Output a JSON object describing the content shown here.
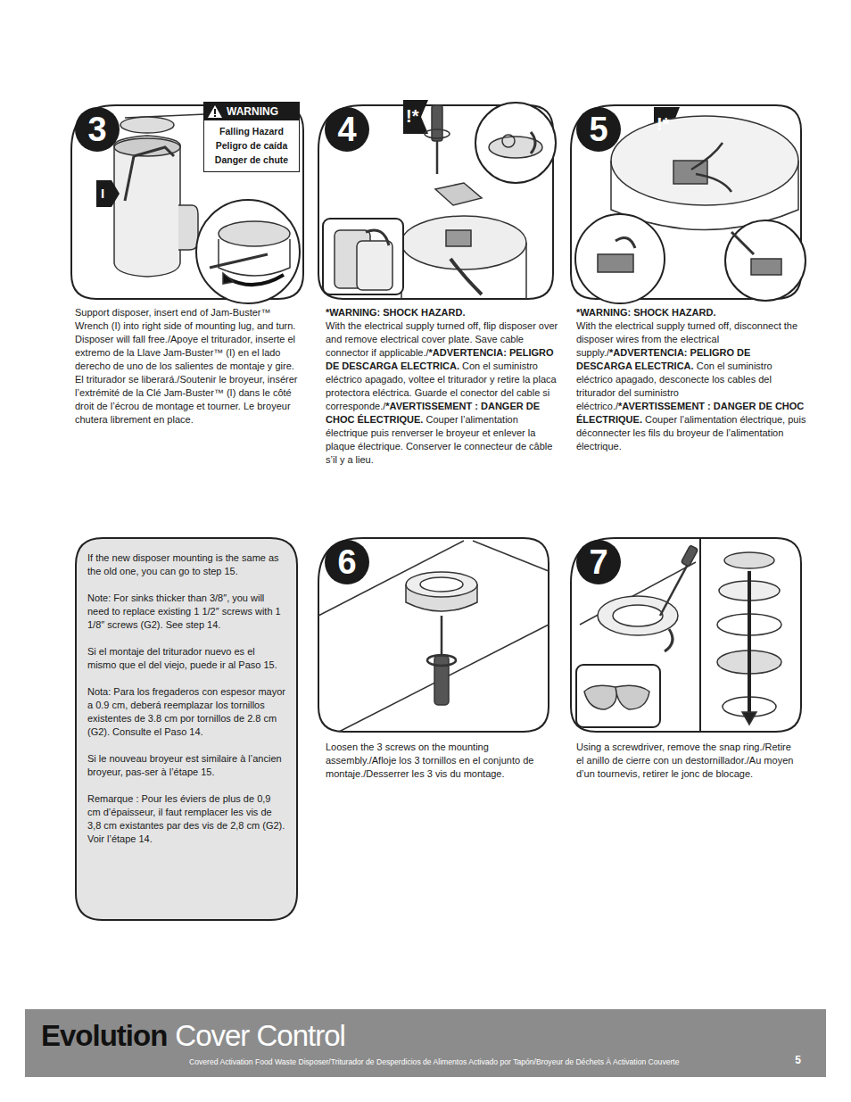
{
  "diagram": {
    "nodes": [
      {
        "text": [
          "3"
        ]
      },
      {
        "text": [
          "I"
        ]
      },
      {
        "text": [
          "WARNING",
          "Falling Hazard Peligro de caída Danger de chute"
        ]
      },
      {
        "text": [
          "4"
        ]
      },
      {
        "text": [
          "5"
        ]
      },
      {
        "text": [
          "If the new disposer mounting is the same as the old one, you can go to step 15.",
          "Note: For sinks thicker than 3/8″, you will need to replace existing 1 1/2″ screws with 1 1/8″ screws (G2). See step 14.",
          "Si el montaje del triturador nuevo es el mismo que el del viejo, puede ir al Paso 15.",
          "Nota: Para los fregaderos con espesor mayor a 0.9 cm, deberá reemplazar los tornillos existentes de 3.8 cm por tornillos de 2.8 cm (G2). Consulte el Paso 14.",
          "Si le nouveau broyeur est similaire à l’ancien broyeur, pas-ser à l’étape 15.",
          "Remarque : Pour les éviers de plus de 0,9 cm d’épaisseur, il faut remplacer les vis de 3,8 cm existantes par des vis de 2,8 cm (G2). Voir l’étape 14."
        ]
      },
      {
        "text": [
          "6"
        ]
      },
      {
        "text": [
          "7"
        ]
      },
      {
        "text": [
          "Evolution",
          "Cover Control",
          "Covered Activation Food Waste Disposer/Triturador de Desperdicios de Alimentos Activado por Tapón/Broyeur de Déchets À Activation Couverte",
          "5"
        ]
      }
    ],
    "labels": [
      "Support disposer, insert end of Jam-Buster™ Wrench (I) into right side of mounting lug, and turn. Disposer will fall free./Apoye el triturador, inserte el extremo de la Llave Jam-Buster™ (I) en el lado derecho de uno de los salientes de montaje y gire. El triturador se liberará./Soutenir le broyeur, insérer l’extrémité de la Clé Jam-Buster™ (I) dans le côté droit de l’écrou de montage et tourner. Le broyeur chutera librement en place.",
      "!*",
      "*WARNING: SHOCK HAZARD.",
      "With the electrical supply turned off, flip disposer over and remove electrical cover plate. Save cable connector if applicable./",
      "*ADVERTENCIA: PELIGRO DE DESCARGA ELECTRICA.",
      "Con el suministro eléctrico apagado, voltee el triturador y retire la placa protectora eléctrica. Guarde el conector del cable si corresponde./",
      "*AVERTISSEMENT : DANGER DE CHOC ÉLECTRIQUE.",
      "Couper l’alimentation électrique puis renverser le broyeur et enlever la plaque électrique. Conserver le connecteur de câble s’il y a lieu.",
      "!*",
      "*WARNING: SHOCK HAZARD.",
      "With the electrical supply turned off, disconnect the disposer wires from the electrical supply./",
      "*ADVERTENCIA: PELIGRO DE DESCARGA ELECTRICA.",
      "Con el suministro eléctrico apagado, desconecte los cables del triturador del suministro eléctrico./",
      "*AVERTISSEMENT : DANGER DE CHOC ÉLECTRIQUE.",
      "Couper l’alimentation électrique, puis déconnecter les fils du broyeur de l’alimentation électrique.",
      "Loosen the 3 screws on the mounting assembly./Afloje los 3 tornillos en el conjunto de montaje./Desserrer les 3 vis du montage.",
      "Using a screwdriver, remove the snap ring./Retire el anillo de cierre con un destornillador./Au moyen d’un tournevis, retirer le jonc de blocage."
    ]
  }
}
